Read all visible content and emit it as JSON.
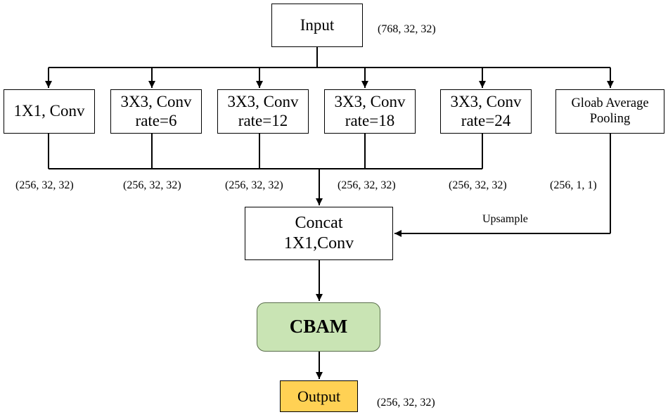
{
  "nodes": {
    "input": {
      "label": "Input",
      "shape": "(768, 32, 32)"
    },
    "branches": [
      {
        "line1": "1X1, Conv",
        "line2": "",
        "shape": "(256, 32, 32)"
      },
      {
        "line1": "3X3, Conv",
        "line2": "rate=6",
        "shape": "(256, 32, 32)"
      },
      {
        "line1": "3X3, Conv",
        "line2": "rate=12",
        "shape": "(256, 32, 32)"
      },
      {
        "line1": "3X3, Conv",
        "line2": "rate=18",
        "shape": "(256, 32, 32)"
      },
      {
        "line1": "3X3, Conv",
        "line2": "rate=24",
        "shape": "(256, 32, 32)"
      }
    ],
    "pooling": {
      "line1": "Gloab Average",
      "line2": "Pooling",
      "shape": "(256, 1, 1)"
    },
    "concat": {
      "line1": "Concat",
      "line2": "1X1,Conv"
    },
    "cbam": {
      "label": "CBAM",
      "fill": "#c9e4b4"
    },
    "output": {
      "label": "Output",
      "shape": "(256, 32, 32)",
      "fill": "#ffd154"
    }
  },
  "edges": {
    "upsample_label": "Upsample"
  },
  "colors": {
    "line": "#000000",
    "cbam_border": "#5a6e4c"
  }
}
